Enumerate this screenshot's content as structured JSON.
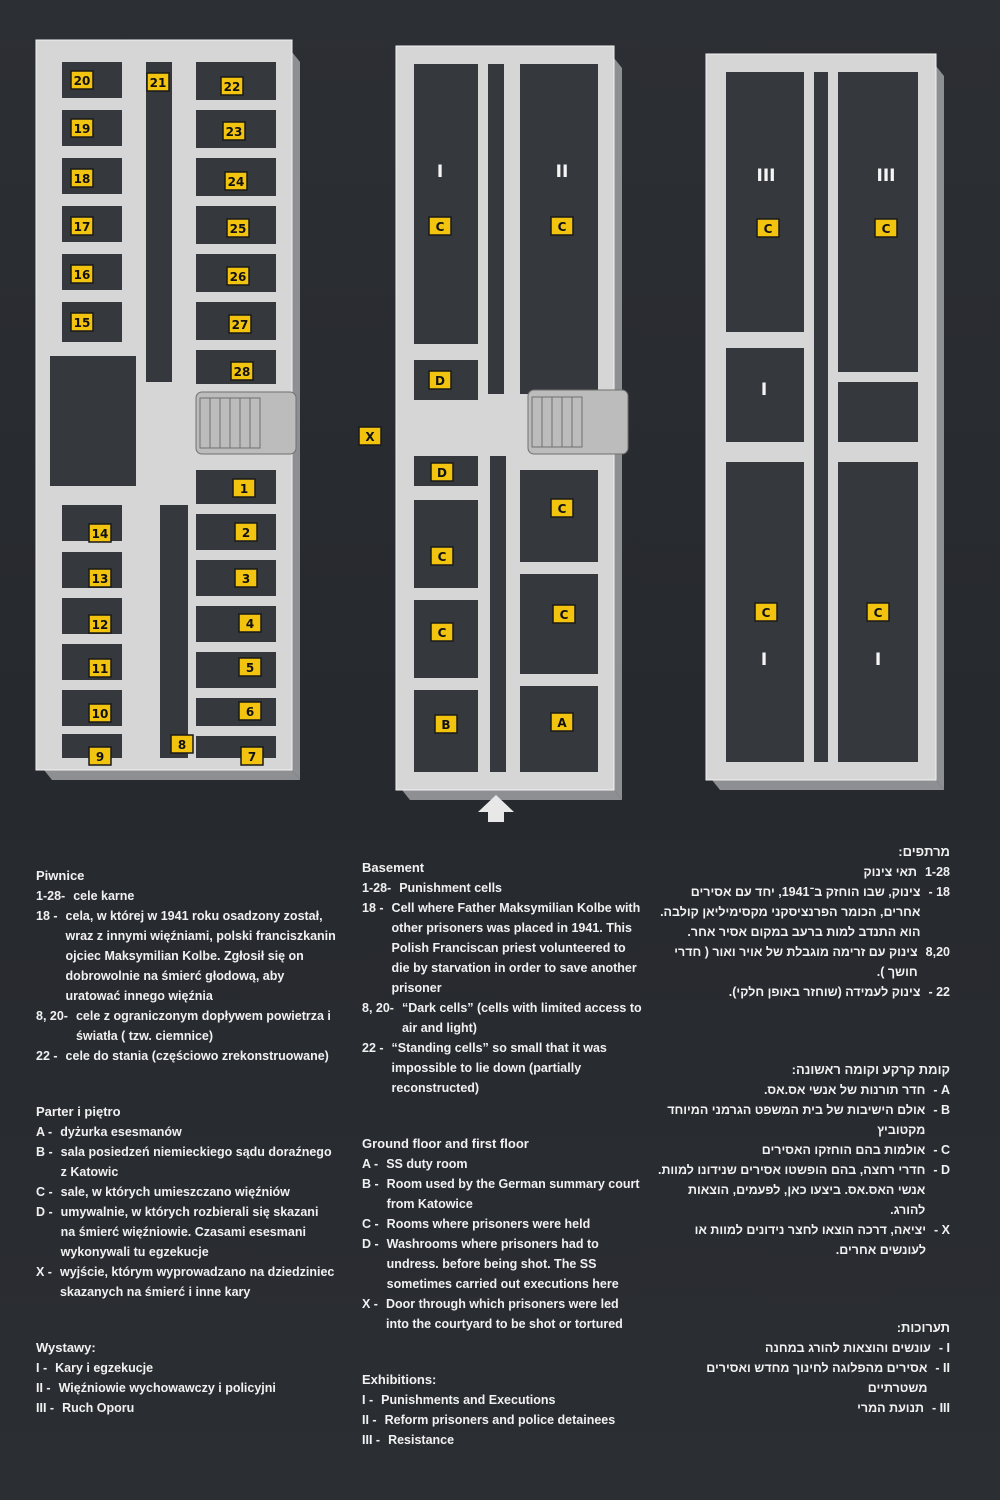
{
  "plan": {
    "left_cells_left": [
      "20",
      "19",
      "18",
      "17",
      "16",
      "15",
      "14",
      "13",
      "12",
      "11",
      "10",
      "9"
    ],
    "left_cells_right": [
      "22",
      "23",
      "24",
      "25",
      "26",
      "27",
      "28",
      "1",
      "2",
      "3",
      "4",
      "5",
      "6",
      "7"
    ],
    "left_corridor": [
      "21",
      "8"
    ],
    "middle_marks": [
      "I",
      "II",
      "C",
      "C",
      "D",
      "D",
      "C",
      "C",
      "C",
      "C",
      "B",
      "A"
    ],
    "middle_door": "X",
    "right_marks": [
      "III",
      "III",
      "C",
      "C",
      "I",
      "C",
      "C",
      "I",
      "I"
    ]
  },
  "polish": {
    "section1_title": "Piwnice",
    "items1": [
      {
        "k": "1-28-",
        "v": "cele karne"
      },
      {
        "k": "18 -",
        "v": "cela, w której w 1941 roku osadzony został, wraz z innymi więźniami, polski franciszkanin ojciec Maksymilian Kolbe. Zgłosił się on dobrowolnie na śmierć głodową, aby uratować innego więźnia"
      },
      {
        "k": "8, 20-",
        "v": "cele z ograniczonym dopływem powietrza i światła ( tzw. ciemnice)"
      },
      {
        "k": "22 -",
        "v": "cele do stania (częściowo zrekonstruowane)"
      }
    ],
    "section2_title": "Parter i piętro",
    "items2": [
      {
        "k": "A -",
        "v": "dyżurka esesmanów"
      },
      {
        "k": "B -",
        "v": "sala posiedzeń niemieckiego sądu doraźnego z Katowic"
      },
      {
        "k": "C -",
        "v": "sale, w których umieszczano więźniów"
      },
      {
        "k": "D -",
        "v": "umywalnie, w których rozbierali się skazani na śmierć więźniowie. Czasami esesmani wykonywali tu egzekucje"
      },
      {
        "k": "X -",
        "v": "wyjście, którym wyprowadzano na dziedziniec skazanych na śmierć i inne kary"
      }
    ],
    "section3_title": "Wystawy:",
    "items3": [
      {
        "k": "I -",
        "v": "Kary i egzekucje"
      },
      {
        "k": "II -",
        "v": "Więźniowie wychowawczy i policyjni"
      },
      {
        "k": "III -",
        "v": "Ruch Oporu"
      }
    ]
  },
  "english": {
    "section1_title": "Basement",
    "items1": [
      {
        "k": "1-28-",
        "v": "Punishment cells"
      },
      {
        "k": "18 -",
        "v": "Cell where Father Maksymilian Kolbe with other prisoners was placed in 1941. This Polish Franciscan priest volunteered to die by starvation in order to save another prisoner"
      },
      {
        "k": "8, 20-",
        "v": "“Dark cells” (cells with limited access to air and light)"
      },
      {
        "k": "22 -",
        "v": "“Standing cells” so small that it was impossible to lie down (partially reconstructed)"
      }
    ],
    "section2_title": "Ground floor and first floor",
    "items2": [
      {
        "k": "A -",
        "v": "SS duty room"
      },
      {
        "k": "B -",
        "v": "Room used by the German summary court from Katowice"
      },
      {
        "k": "C -",
        "v": "Rooms where prisoners were held"
      },
      {
        "k": "D -",
        "v": "Washrooms where prisoners had to undress. before being shot. The SS sometimes carried out executions here"
      },
      {
        "k": "X -",
        "v": "Door through which prisoners were led into the courtyard to be shot or tortured"
      }
    ],
    "section3_title": "Exhibitions:",
    "items3": [
      {
        "k": "I -",
        "v": "Punishments and Executions"
      },
      {
        "k": "II -",
        "v": "Reform prisoners and police detainees"
      },
      {
        "k": "III -",
        "v": "Resistance"
      }
    ]
  },
  "hebrew": {
    "section1_title": "מרתפים:",
    "items1": [
      {
        "k": "1-28",
        "v": "תאי צינוק"
      },
      {
        "k": "18 -",
        "v": "צינוק, שבו הוחזק ב־1941, יחד עם אסירים אחרים, הכומר הפרנציסקני מקסימיליאן קולבה. הוא התנדב למות ברעב במקום אסיר אחר."
      },
      {
        "k": "8,20",
        "v": "צינוק עם זרימה מוגבלת של אויר ואור ( חדרי חושך )."
      },
      {
        "k": "22 -",
        "v": "צינוק לעמידה (שוחזר באופן חלקי)."
      }
    ],
    "section2_title": "קומת קרקע וקומה ראשונה:",
    "items2": [
      {
        "k": "A -",
        "v": "חדר תורנות של אנשי אס.אס."
      },
      {
        "k": "B -",
        "v": "אולם הישיבות של בית המשפט הגרמני המיוחד מקטוביץ"
      },
      {
        "k": "C -",
        "v": "אולמות בהם הוחזקו האסירים"
      },
      {
        "k": "D -",
        "v": "חדרי רחצה, בהם הופשטו אסירים שנידונו למוות. אנשי האס.אס. ביצעו כאן, לפעמים, הוצאות להורג."
      },
      {
        "k": "X -",
        "v": "יציאה, דרכה הוצאו לחצר נידונים למוות או לעונשים אחרים."
      }
    ],
    "section3_title": "תערוכות:",
    "items3": [
      {
        "k": "I -",
        "v": "עונשים והוצאות להורג במחנה"
      },
      {
        "k": "II -",
        "v": "אסירים מהפלוגה לחינוך מחדש ואסירים משטרתיים"
      },
      {
        "k": "III -",
        "v": "תנועת המרי"
      }
    ]
  }
}
